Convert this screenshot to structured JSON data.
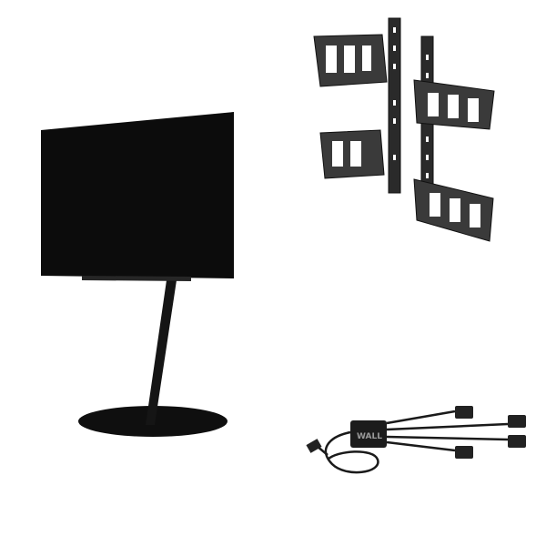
{
  "scene": {
    "background": "#ffffff",
    "products": [
      {
        "name": "tv-on-floor-stand",
        "colors": {
          "screen": "#0b0b0b",
          "stand": "#111111"
        }
      },
      {
        "name": "wall-mount-brackets",
        "colors": {
          "metal": "#2b2b2b"
        }
      },
      {
        "name": "power-splitter-cable",
        "colors": {
          "body": "#1a1a1a"
        },
        "logo": "WALL"
      }
    ]
  }
}
